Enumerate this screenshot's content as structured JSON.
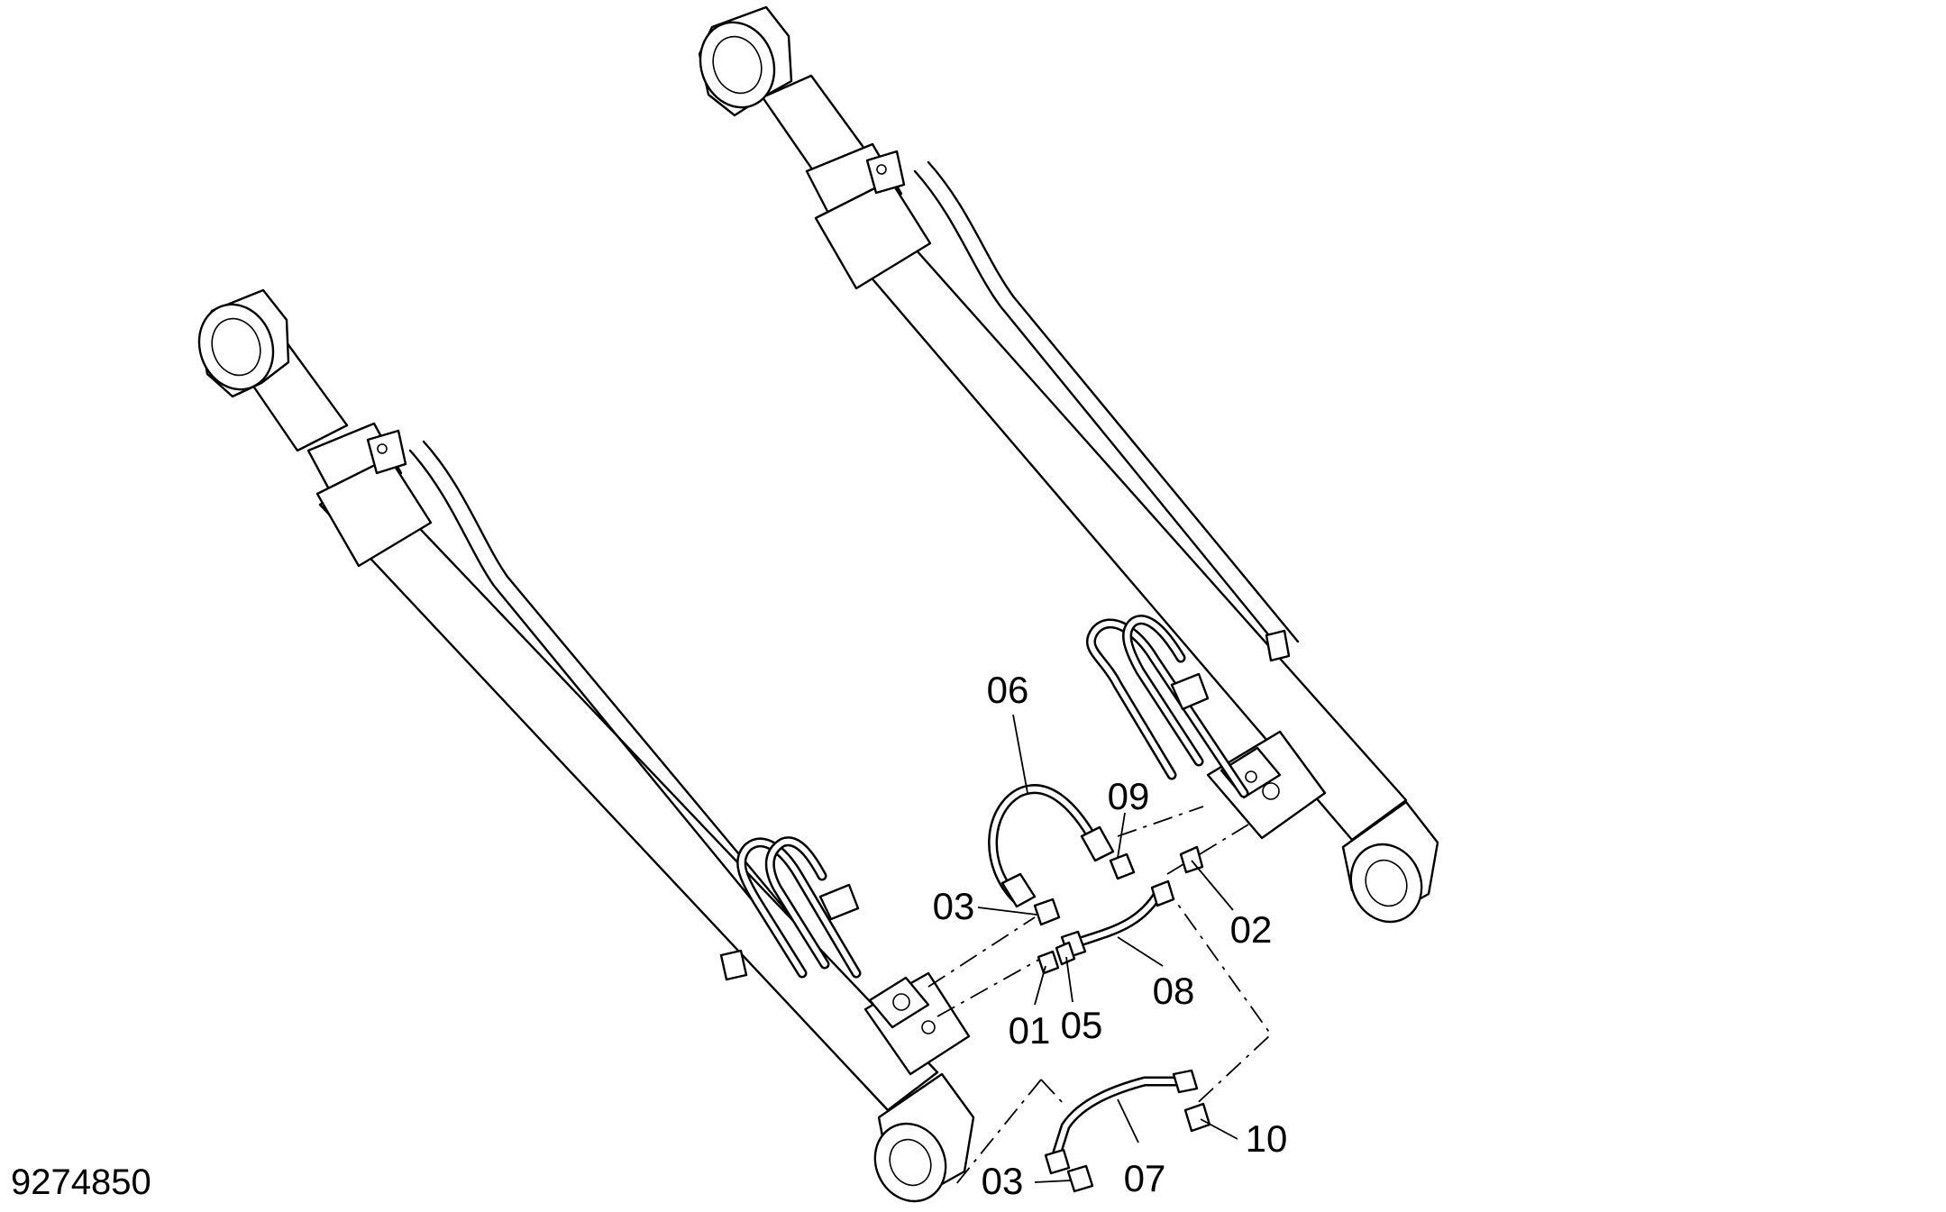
{
  "figure_number": "9274850",
  "callouts": [
    {
      "id": "c06",
      "text": "06",
      "icon": "hose-icon"
    },
    {
      "id": "c09",
      "text": "09",
      "icon": "fitting-icon"
    },
    {
      "id": "c03a",
      "text": "03",
      "icon": "elbow-fitting-icon"
    },
    {
      "id": "c02",
      "text": "02",
      "icon": "fitting-icon"
    },
    {
      "id": "c08",
      "text": "08",
      "icon": "hose-icon"
    },
    {
      "id": "c01",
      "text": "01",
      "icon": "adapter-icon"
    },
    {
      "id": "c05",
      "text": "05",
      "icon": "adapter-icon"
    },
    {
      "id": "c10",
      "text": "10",
      "icon": "tee-fitting-icon"
    },
    {
      "id": "c03b",
      "text": "03",
      "icon": "elbow-fitting-icon"
    },
    {
      "id": "c07",
      "text": "07",
      "icon": "hose-icon"
    }
  ],
  "colors": {
    "line": "#000000",
    "background": "#ffffff"
  }
}
